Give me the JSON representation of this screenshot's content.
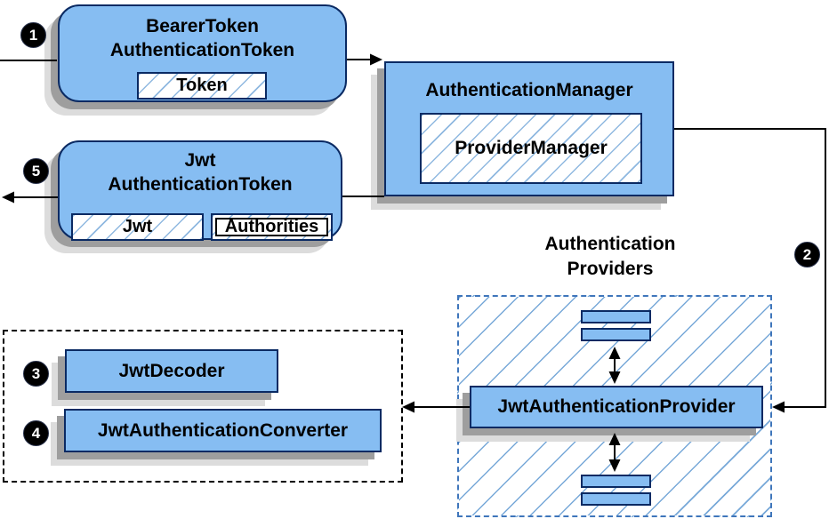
{
  "steps": {
    "step1": "1",
    "step2": "2",
    "step3": "3",
    "step4": "4",
    "step5": "5"
  },
  "boxes": {
    "bearer_token": {
      "title_line1": "BearerToken",
      "title_line2": "AuthenticationToken",
      "token_field": "Token"
    },
    "authentication_manager": {
      "title": "AuthenticationManager",
      "provider_manager_field": "ProviderManager"
    },
    "jwt_authentication_token": {
      "title_line1": "Jwt",
      "title_line2": "AuthenticationToken",
      "jwt_field": "Jwt",
      "authorities_field": "Authorities"
    },
    "jwt_authentication_provider": {
      "label": "JwtAuthenticationProvider"
    },
    "jwt_decoder": {
      "label": "JwtDecoder"
    },
    "jwt_authentication_converter": {
      "label": "JwtAuthenticationConverter"
    }
  },
  "groups": {
    "authentication_providers": {
      "caption_line1": "Authentication",
      "caption_line2": "Providers"
    }
  },
  "colors": {
    "node_fill": "#86bdf2",
    "node_border": "#0a2a63",
    "hatch_line": "#8fb8e0",
    "providers_dash_border": "#3f76bb",
    "black_dash_border": "#000000",
    "shadow": "#9e9e9e",
    "arrow": "#000000",
    "badge_fill": "#000000",
    "badge_text": "#ffffff"
  }
}
